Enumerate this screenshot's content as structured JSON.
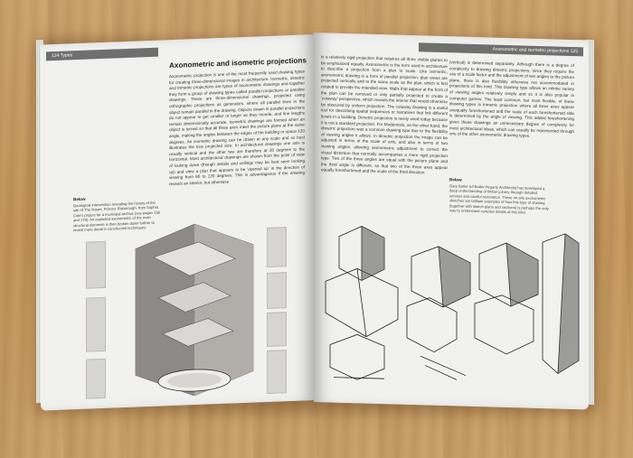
{
  "left_page": {
    "running_head": "124  Types",
    "title": "Axonometric and isometric projections",
    "body": "Axonometric projection is one of the most frequently used drawing types for creating three-dimensional images in architecture. Isometric, dimetric and trimetric projections are types of axonometric drawings and together they form a group of drawing types called parallel projections or paraline drawings. These are three-dimensional drawings, projected using orthographic projections as generators, where all parallel lines in the object remain parallel in the drawing. Objects drawn in parallel projections do not appear to get smaller or larger as they recede, and line lengths remain dimensionally accurate. Isometric drawings are formed when an object is turned so that all three axes meet the picture plane at the same angle, making the angles between the edges of the building or space 120 degrees. An isometric drawing can be drawn at any scale and so best illustrates the true projected size. In architectural drawings one axis is usually vertical and the other two are therefore at 30 degrees to the horizontal. Most architectural drawings are shown from the point of view of looking down (though details and ceilings may be best seen looking up) and view a plan that appears to be 'opened up' in the direction of viewing from 90 to 120 degrees. This is advantageous if the drawing reveals an interior, but otherwise",
    "caption_label": "Below",
    "caption_text": "Geological intervention revealing the history of the site of The Mount, Princes Risborough, from Sophia Cole's project for a municipal archive (see pages 156 and 179). An exploded axonometric of the main structural elements is then broken down further to reveal more detail in constructed techniques."
  },
  "right_page": {
    "running_head": "Axonometric and isometric projections  125",
    "body_a": "is a relatively rigid projection that requires all three visible planes to be emphasized equally. Axonometric is the term used in architecture to describe a projection from a plan to scale. Like isometric, axonometric drawing is a form of parallel projection: plan views are projected vertically and to the same scale as the plan, which is first rotated to provide the intended view. Walls that appear at the front of the plan can be removed or only partially projected to create a 'cutaway' perspective, which reveals the interior that would otherwise be obscured by uniform projection. The cutaway drawing is a useful tool for describing spatial sequences or narratives that link different levels in a building. Dimetric projection is rarely used today because it is not a standard projection. For Modernists, on the other hand, the dimetric projection was a common drawing type due to the flexibility of viewing angles it allows. In dimetric projection the image can be adjusted in terms of the scale of axis, and also in terms of two viewing angles, allowing axonometric adjustment to correct the visual distortion that normally accompanies a more rigid projection type. Two of the three angles are equal with the picture plane and the third angle is different, so that two of the three axes appear equally foreshortened and the scale of the third direction",
    "body_b": "(vertical) is determined separately. Although there is a degree of complexity to drawing dimetric projections, since they require the use of a scale factor and the adjustment of two angles to the picture plane, there is also flexibility otherwise not accommodated in projections of this kind. This drawing type allows an infinite variety of viewing angles relatively simply and so it is also popular in computer games. The least common, but most flexible, of these drawing types is trimetric projection where all three axes appear unequally foreshortened and the scale of each foreshortened side is determined by the angle of viewing. This added foreshortening gives these drawings an unnecessary degree of complexity for most architectural ideas, which can usually be represented through one of the other axonometric drawing types.",
    "caption_label": "Below",
    "caption_text": "Gary Butler (of Butler Hegarty Architects) has developed a deep understanding of timber joinery through detailed surveys and careful restoration. These on-site axonometric sketches are brilliant examples of how this type of drawing (together with sketch plans and sections) is perhaps the only way to understand complex details of this kind."
  },
  "colors": {
    "wood": "#c79c62",
    "paper": "#f1f1ef",
    "running_head_bar": "#6f6f6f"
  }
}
